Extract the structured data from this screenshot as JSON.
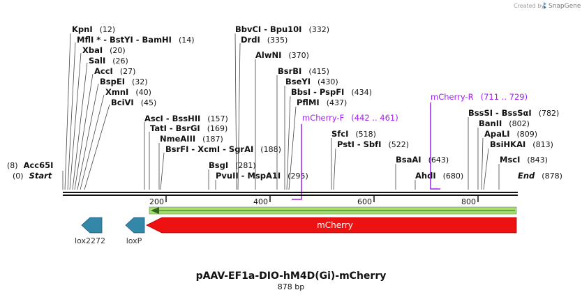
{
  "credit": {
    "created_by": "Created by",
    "brand": "SnapGene"
  },
  "plasmid": {
    "name": "pAAV-EF1a-DIO-hM4D(Gi)-mCherry",
    "length_label": "878 bp"
  },
  "ruler": {
    "ticks": [
      "200",
      "400",
      "600",
      "800"
    ]
  },
  "sites": [
    {
      "text": "KpnI",
      "pos": "(12)"
    },
    {
      "text": "MflI *  -  BstYI  -  BamHI",
      "pos": "(14)"
    },
    {
      "text": "XbaI",
      "pos": "(20)"
    },
    {
      "text": "SalI",
      "pos": "(26)"
    },
    {
      "text": "AccI",
      "pos": "(27)"
    },
    {
      "text": "BspEI",
      "pos": "(32)"
    },
    {
      "text": "XmnI",
      "pos": "(40)"
    },
    {
      "text": "BciVI",
      "pos": "(45)"
    },
    {
      "text": "AscI  -  BssHII",
      "pos": "(157)"
    },
    {
      "text": "TatI  -  BsrGI",
      "pos": "(169)"
    },
    {
      "text": "NmeAIII",
      "pos": "(187)"
    },
    {
      "text": "BsrFI  -  XcmI  -  SgrAI",
      "pos": "(188)"
    },
    {
      "text": "BsgI",
      "pos": "(281)"
    },
    {
      "text": "PvuII  -  MspA1I",
      "pos": "(295)"
    },
    {
      "text": "BbvCI  -  Bpu10I",
      "pos": "(332)"
    },
    {
      "text": "DrdI",
      "pos": "(335)"
    },
    {
      "text": "AlwNI",
      "pos": "(370)"
    },
    {
      "text": "BsrBI",
      "pos": "(415)"
    },
    {
      "text": "BseYI",
      "pos": "(430)"
    },
    {
      "text": "BbsI  -  PspFI",
      "pos": "(434)"
    },
    {
      "text": "PflMI",
      "pos": "(437)"
    },
    {
      "text": "SfcI",
      "pos": "(518)"
    },
    {
      "text": "PstI  -  SbfI",
      "pos": "(522)"
    },
    {
      "text": "BsaAI",
      "pos": "(643)"
    },
    {
      "text": "AhdI",
      "pos": "(680)"
    },
    {
      "text": "BssSI  -  BssSαI",
      "pos": "(782)"
    },
    {
      "text": "BanII",
      "pos": "(802)"
    },
    {
      "text": "ApaLI",
      "pos": "(809)"
    },
    {
      "text": "BsiHKAI",
      "pos": "(813)"
    },
    {
      "text": "MscI",
      "pos": "(843)"
    },
    {
      "text": "Acc65I",
      "pos": "(8)"
    },
    {
      "text": "Start",
      "pos": "(0)"
    },
    {
      "text": "End",
      "pos": "(878)"
    }
  ],
  "primers": [
    {
      "name": "mCherry-F",
      "range": "(442 .. 461)"
    },
    {
      "name": "mCherry-R",
      "range": "(711 .. 729)"
    }
  ],
  "features": {
    "orf_color": "#a2e06a",
    "mcherry": {
      "label": "mCherry",
      "color": "#ee1111"
    },
    "lox2272": {
      "label": "lox2272",
      "color": "#3388aa"
    },
    "loxp": {
      "label": "loxP",
      "color": "#3388aa"
    }
  }
}
